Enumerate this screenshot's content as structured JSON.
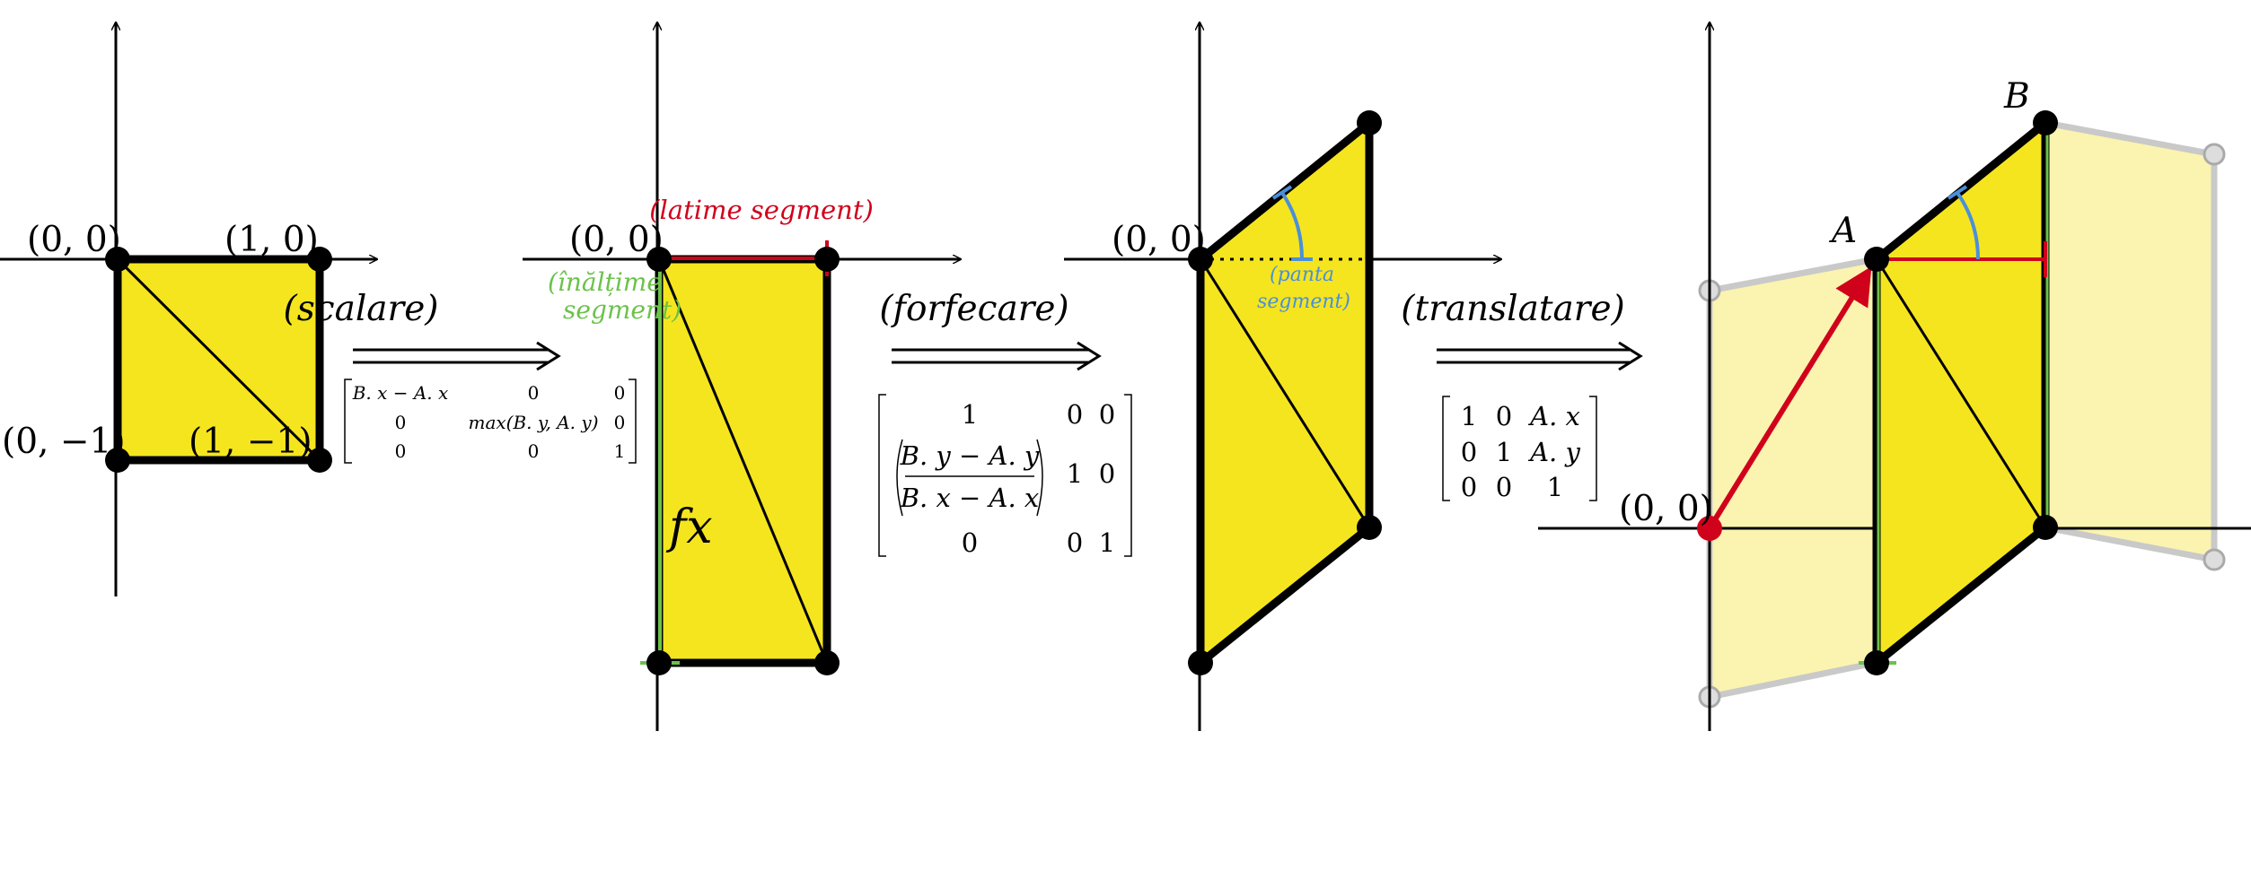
{
  "panel1": {
    "label_tl": "(0, 0)",
    "label_tr": "(1, 0)",
    "label_bl": "(0, −1)",
    "label_br": "(1, −1)"
  },
  "arrow1": {
    "caption": "(scalare)",
    "matrix": {
      "r1c1": "B. x − A. x",
      "r1c2": "0",
      "r1c3": "0",
      "r2c1": "0",
      "r2c2": "max(B. y, A. y)",
      "r2c3": "0",
      "r3c1": "0",
      "r3c2": "0",
      "r3c3": "1"
    }
  },
  "panel2": {
    "label_origin": "(0, 0)",
    "width_label": "(latime segment)",
    "height_label_1": "(înălțime",
    "height_label_2": "segment)",
    "fx_label": "fx"
  },
  "arrow2": {
    "caption": "(forfecare)",
    "matrix": {
      "r1c1": "1",
      "r1c2": "0",
      "r1c3": "0",
      "frac_num": "B. y − A. y",
      "frac_den": "B. x − A. x",
      "r2c2": "1",
      "r2c3": "0",
      "r3c1": "0",
      "r3c2": "0",
      "r3c3": "1"
    }
  },
  "panel3": {
    "label_origin": "(0, 0)",
    "slope_label_1": "(panta",
    "slope_label_2": "segment)"
  },
  "arrow3": {
    "caption": "(translatare)",
    "matrix": {
      "r1c1": "1",
      "r1c2": "0",
      "r1c3": "A. x",
      "r2c1": "0",
      "r2c2": "1",
      "r2c3": "A. y",
      "r3c1": "0",
      "r3c2": "0",
      "r3c3": "1"
    }
  },
  "panel4": {
    "label_origin": "(0, 0)",
    "label_A": "A",
    "label_B": "B"
  },
  "colors": {
    "fill": "#f5e51f",
    "ghost_fill": "#fbf3b0",
    "red": "#d0021b",
    "green": "#6cc24a",
    "blue": "#4a90d9",
    "ink": "#000000"
  }
}
